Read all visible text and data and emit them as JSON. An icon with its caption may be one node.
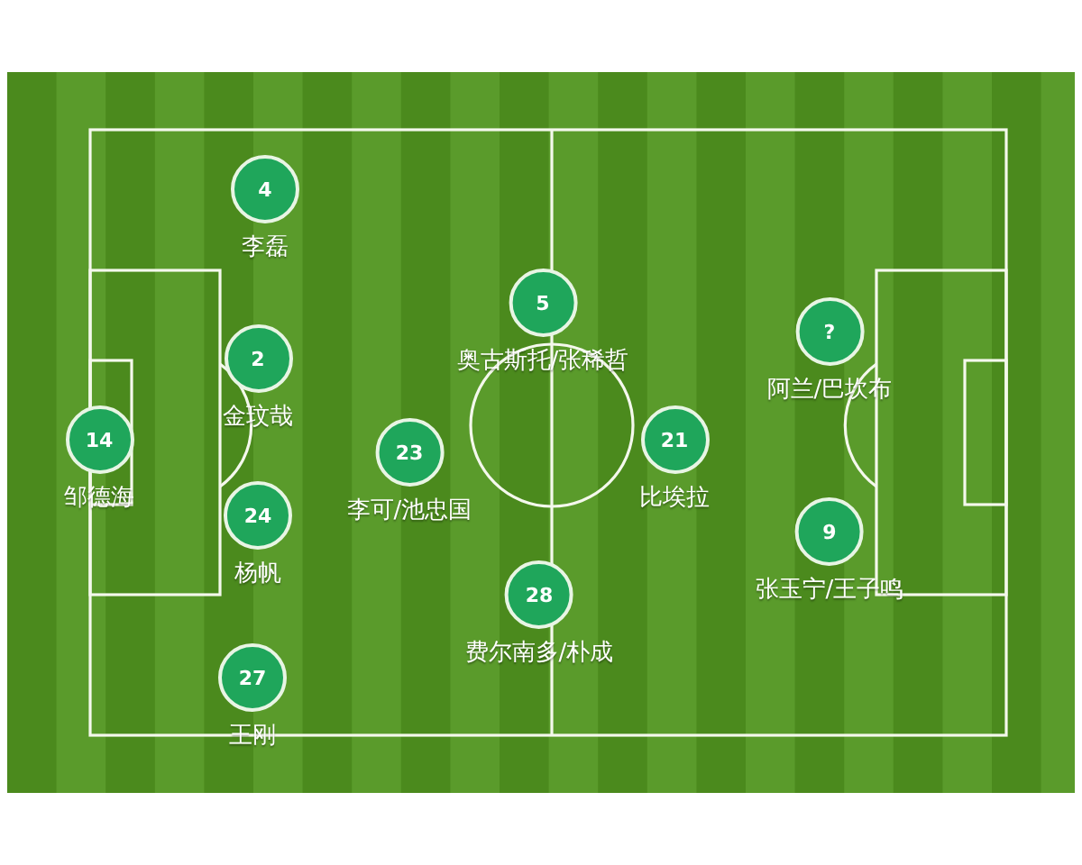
{
  "diagram": {
    "nodes": [
      {
        "text": [
          "14"
        ],
        "beside": [
          "邹德海"
        ]
      },
      {
        "text": [
          "4"
        ],
        "beside": [
          "李磊"
        ]
      },
      {
        "text": [
          "2"
        ],
        "beside": [
          "金玟哉"
        ]
      },
      {
        "text": [
          "24"
        ],
        "beside": [
          "杨帆"
        ]
      },
      {
        "text": [
          "27"
        ],
        "beside": [
          "王刚"
        ]
      },
      {
        "text": [
          "23"
        ],
        "beside": [
          "李可/池忠国"
        ]
      },
      {
        "text": [
          "5"
        ],
        "beside": [
          "奥古斯托/张稀哲"
        ]
      },
      {
        "text": [
          "28"
        ],
        "beside": [
          "费尔南多/朴成"
        ]
      },
      {
        "text": [
          "21"
        ],
        "beside": [
          "比埃拉"
        ]
      },
      {
        "text": [
          "?"
        ],
        "beside": [
          "阿兰/巴坎布"
        ]
      },
      {
        "text": [
          "9"
        ],
        "beside": [
          "张玉宁/王子鸣"
        ]
      }
    ]
  }
}
